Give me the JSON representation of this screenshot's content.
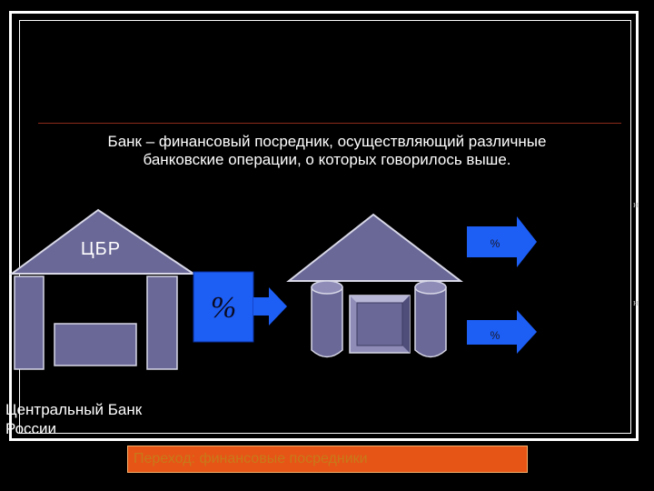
{
  "definition": {
    "line1": "Банк – финансовый посредник, осуществляющий различные",
    "line2": "банковские операции, о которых говорилось выше."
  },
  "central_bank": {
    "label": "ЦБР",
    "caption_line1": "Центральный Банк",
    "caption_line2": "России"
  },
  "transfer": {
    "percent_symbol": "%"
  },
  "commercial_bank": {
    "upper_arrow_label": "%",
    "lower_arrow_label": "%"
  },
  "edge_glyphs": [
    "н",
    "н"
  ],
  "footer_link": {
    "text": "Переход: финансовые посредники"
  },
  "colors": {
    "background": "#000000",
    "house_fill": "#6a6897",
    "house_dark": "#3c3b62",
    "arrow_blue": "#1d5ef5",
    "link_box": "#e65516",
    "rule": "#8b2a1a"
  }
}
